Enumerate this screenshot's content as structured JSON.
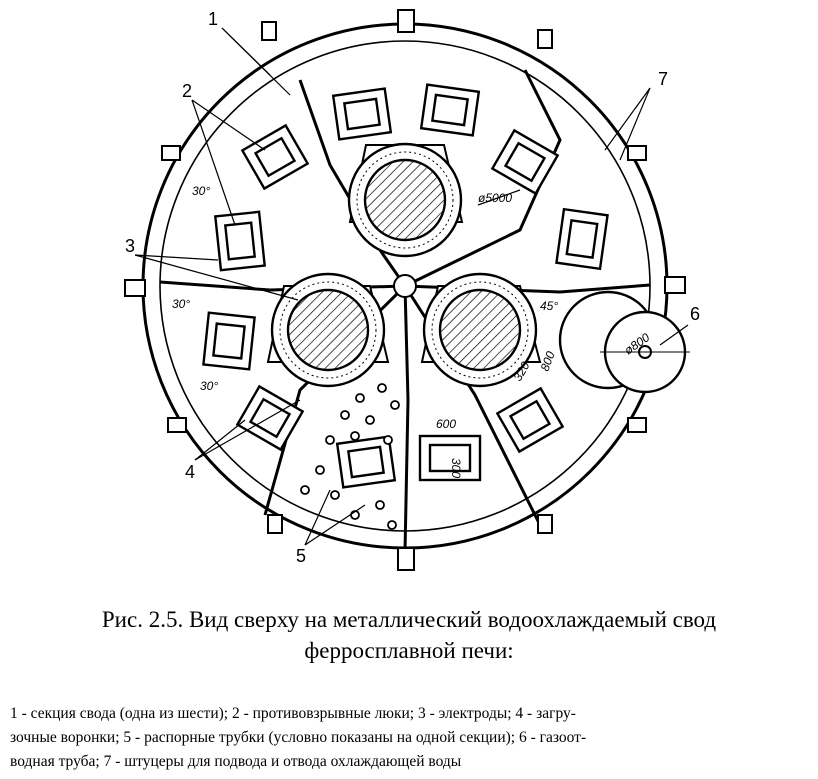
{
  "diagram": {
    "callouts": [
      "1",
      "2",
      "3",
      "4",
      "5",
      "6",
      "7"
    ],
    "dimensions": {
      "diameter": "ø5000",
      "angle_30_a": "30°",
      "angle_30_b": "30°",
      "angle_30_c": "30°",
      "angle_45": "45°",
      "hatch_600": "600",
      "hatch_300": "300",
      "pipe_800": "800",
      "pipe_d800": "ø800",
      "offset_320": "320"
    }
  },
  "caption": {
    "line1": "Рис. 2.5. Вид сверху на металлический водоохлаждаемый свод",
    "line2": "ферросплавной печи:"
  },
  "legend": {
    "line1": "1 - секция свода (одна из шести); 2 - противовзрывные люки; 3 - электроды; 4 - загру-",
    "line2": "зочные воронки; 5 - распорные трубки (условно показаны на одной секции); 6 - газоот-",
    "line3": "водная труба; 7 - штуцеры для подвода и отвода охлаждающей воды"
  }
}
